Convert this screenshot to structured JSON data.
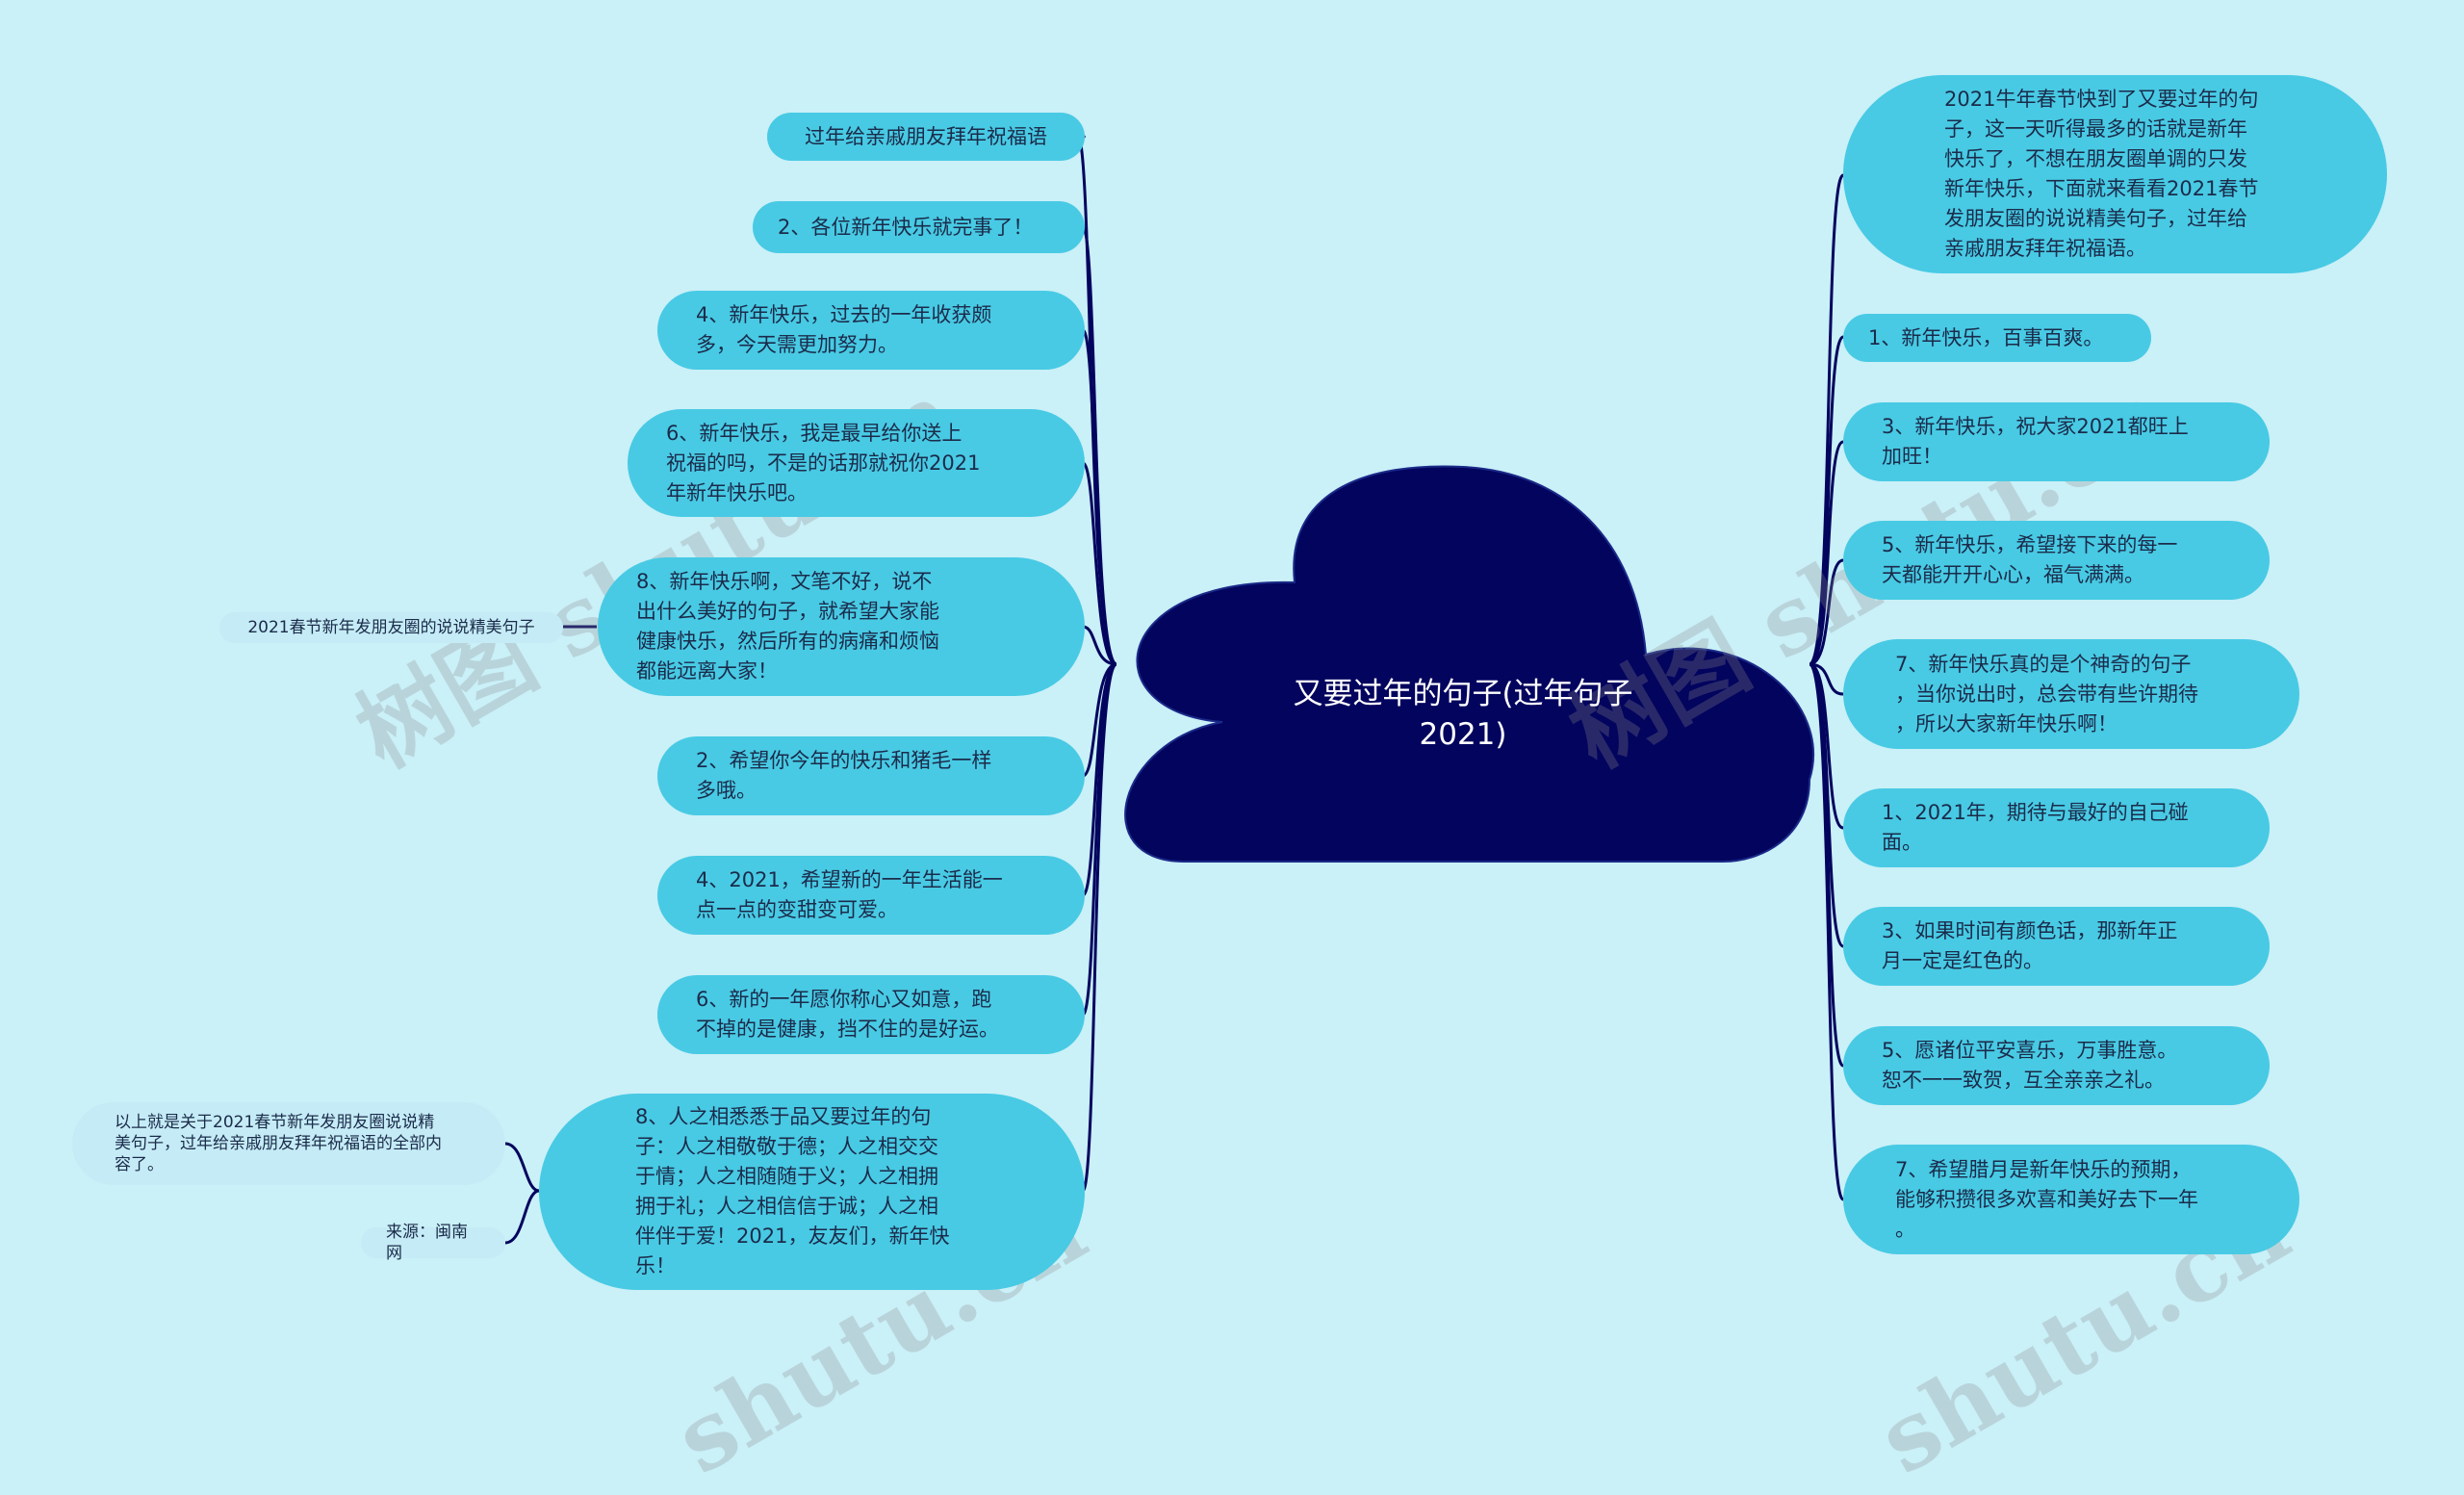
{
  "root": {
    "title": "又要过年的句子(过年句子\n2021)"
  },
  "left_nodes": [
    {
      "id": "l1",
      "text": "过年给亲戚朋友拜年祝福语"
    },
    {
      "id": "l2",
      "text": "2、各位新年快乐就完事了！"
    },
    {
      "id": "l3",
      "text": "4、新年快乐，过去的一年收获颇\n多，今天需更加努力。"
    },
    {
      "id": "l4",
      "text": "6、新年快乐，我是最早给你送上\n祝福的吗，不是的话那就祝你2021\n年新年快乐吧。"
    },
    {
      "id": "l5",
      "text": "8、新年快乐啊，文笔不好，说不\n出什么美好的句子，就希望大家能\n健康快乐，然后所有的病痛和烦恼\n都能远离大家！"
    },
    {
      "id": "l6",
      "text": "2、希望你今年的快乐和猪毛一样\n多哦。"
    },
    {
      "id": "l7",
      "text": "4、2021，希望新的一年生活能一\n点一点的变甜变可爱。"
    },
    {
      "id": "l8",
      "text": "6、新的一年愿你称心又如意，跑\n不掉的是健康，挡不住的是好运。"
    },
    {
      "id": "l9",
      "text": "8、人之相悉悉于品又要过年的句\n子：人之相敬敬于德；人之相交交\n于情；人之相随随于义；人之相拥\n拥于礼；人之相信信于诚；人之相\n伴伴于爱！2021，友友们，新年快\n乐！"
    }
  ],
  "left_leaves": [
    {
      "id": "ll1",
      "text": "2021春节新年发朋友圈的说说精美句子"
    },
    {
      "id": "ll2",
      "text": "以上就是关于2021春节新年发朋友圈说说精\n美句子，过年给亲戚朋友拜年祝福语的全部内\n容了。"
    },
    {
      "id": "ll3",
      "text": "来源：闽南网"
    }
  ],
  "right_nodes": [
    {
      "id": "r1",
      "text": "2021牛年春节快到了又要过年的句\n子，这一天听得最多的话就是新年\n快乐了，不想在朋友圈单调的只发\n新年快乐，下面就来看看2021春节\n发朋友圈的说说精美句子，过年给\n亲戚朋友拜年祝福语。"
    },
    {
      "id": "r2",
      "text": "1、新年快乐，百事百爽。"
    },
    {
      "id": "r3",
      "text": "3、新年快乐，祝大家2021都旺上\n加旺！"
    },
    {
      "id": "r4",
      "text": "5、新年快乐，希望接下来的每一\n天都能开开心心，福气满满。"
    },
    {
      "id": "r5",
      "text": "7、新年快乐真的是个神奇的句子\n，当你说出时，总会带有些许期待\n，所以大家新年快乐啊！"
    },
    {
      "id": "r6",
      "text": "1、2021年，期待与最好的自己碰\n面。"
    },
    {
      "id": "r7",
      "text": "3、如果时间有颜色话，那新年正\n月一定是红色的。"
    },
    {
      "id": "r8",
      "text": "5、愿诸位平安喜乐，万事胜意。\n恕不一一致贺，互全亲亲之礼。"
    },
    {
      "id": "r9",
      "text": "7、希望腊月是新年快乐的预期，\n能够积攒很多欢喜和美好去下一年\n。"
    }
  ],
  "watermarks": [
    "树图 shutu.cn",
    "树图 shutu.cn",
    "shutu.cn",
    "shutu.cn"
  ],
  "colors": {
    "background": "#caf0f8",
    "node_fill": "#48cae4",
    "leaf_fill": "#c5ecf6",
    "root_fill": "#03045e",
    "connector": "#03045e"
  }
}
